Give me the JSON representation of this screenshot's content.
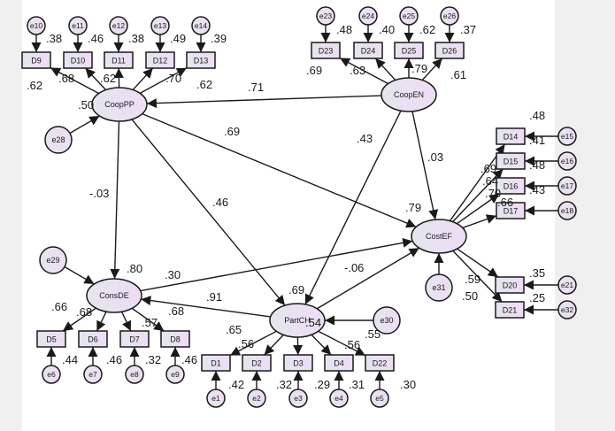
{
  "diagram": {
    "type": "structural-equation-model",
    "colors": {
      "canvas": "#ffffff",
      "background": "#f0f0f0",
      "fill_start": "#e4e6ee",
      "fill_end": "#efdcf5",
      "stroke": "#1a1a1a"
    },
    "latent": [
      {
        "id": "CoopPP",
        "label": "CoopPP",
        "r2": ".50",
        "error": "e28"
      },
      {
        "id": "CoopEN",
        "label": "CoopEN",
        "r2": "",
        "error": ""
      },
      {
        "id": "CostEF",
        "label": "CostEF",
        "r2": ".79",
        "error": "e31"
      },
      {
        "id": "ConsDE",
        "label": "ConsDE",
        "r2": ".80",
        "error": "e29"
      },
      {
        "id": "PartCH",
        "label": "PartCH",
        "r2": ".69",
        "error": "e30"
      }
    ],
    "indicators": [
      {
        "id": "D9",
        "label": "D9",
        "factor": "CoopPP",
        "loading": ".62",
        "error": "e10",
        "r2": ".38"
      },
      {
        "id": "D10",
        "label": "D10",
        "factor": "CoopPP",
        "loading": ".68",
        "error": "e11",
        "r2": ".46"
      },
      {
        "id": "D11",
        "label": "D11",
        "factor": "CoopPP",
        "loading": ".62",
        "error": "e12",
        "r2": ".38"
      },
      {
        "id": "D12",
        "label": "D12",
        "factor": "CoopPP",
        "loading": ".70",
        "error": "e13",
        "r2": ".49"
      },
      {
        "id": "D13",
        "label": "D13",
        "factor": "CoopPP",
        "loading": ".62",
        "error": "e14",
        "r2": ".39"
      },
      {
        "id": "D23",
        "label": "D23",
        "factor": "CoopEN",
        "loading": ".69",
        "error": "e23",
        "r2": ".48"
      },
      {
        "id": "D24",
        "label": "D24",
        "factor": "CoopEN",
        "loading": ".63",
        "error": "e24",
        "r2": ".40"
      },
      {
        "id": "D25",
        "label": "D25",
        "factor": "CoopEN",
        "loading": ".79",
        "error": "e25",
        "r2": ".62"
      },
      {
        "id": "D26",
        "label": "D26",
        "factor": "CoopEN",
        "loading": ".61",
        "error": "e26",
        "r2": ".37"
      },
      {
        "id": "D14",
        "label": "D14",
        "factor": "CostEF",
        "loading": ".69",
        "error": "e15",
        "r2": ".48"
      },
      {
        "id": "D15",
        "label": "D15",
        "factor": "CostEF",
        "loading": ".64",
        "error": "e16",
        "r2": ".41"
      },
      {
        "id": "D16",
        "label": "D16",
        "factor": "CostEF",
        "loading": ".70",
        "error": "e17",
        "r2": ".48"
      },
      {
        "id": "D17",
        "label": "D17",
        "factor": "CostEF",
        "loading": ".66",
        "error": "e18",
        "r2": ".43"
      },
      {
        "id": "D20",
        "label": "D20",
        "factor": "CostEF",
        "loading": ".59",
        "error": "e21",
        "r2": ".35"
      },
      {
        "id": "D21",
        "label": "D21",
        "factor": "CostEF",
        "loading": ".50",
        "error": "e32",
        "r2": ".25"
      },
      {
        "id": "D5",
        "label": "D5",
        "factor": "ConsDE",
        "loading": ".66",
        "error": "e6",
        "r2": ".44"
      },
      {
        "id": "D6",
        "label": "D6",
        "factor": "ConsDE",
        "loading": ".68",
        "error": "e7",
        "r2": ".46"
      },
      {
        "id": "D7",
        "label": "D7",
        "factor": "ConsDE",
        "loading": ".57",
        "error": "e8",
        "r2": ".32"
      },
      {
        "id": "D8",
        "label": "D8",
        "factor": "ConsDE",
        "loading": ".68",
        "error": "e9",
        "r2": ".46"
      },
      {
        "id": "D1",
        "label": "D1",
        "factor": "PartCH",
        "loading": ".65",
        "error": "e1",
        "r2": ".42"
      },
      {
        "id": "D2",
        "label": "D2",
        "factor": "PartCH",
        "loading": ".56",
        "error": "e2",
        "r2": ".32"
      },
      {
        "id": "D3",
        "label": "D3",
        "factor": "PartCH",
        "loading": ".54",
        "error": "e3",
        "r2": ".29"
      },
      {
        "id": "D4",
        "label": "D4",
        "factor": "PartCH",
        "loading": ".56",
        "error": "e4",
        "r2": ".31"
      },
      {
        "id": "D22",
        "label": "D22",
        "factor": "PartCH",
        "loading": ".55",
        "error": "e5",
        "r2": ".30"
      }
    ],
    "paths": [
      {
        "from": "CoopEN",
        "to": "CoopPP",
        "coef": ".71"
      },
      {
        "from": "CoopPP",
        "to": "CostEF",
        "coef": ".69"
      },
      {
        "from": "CoopPP",
        "to": "ConsDE",
        "coef": "-.03"
      },
      {
        "from": "CoopPP",
        "to": "PartCH",
        "coef": ".46"
      },
      {
        "from": "CoopEN",
        "to": "PartCH",
        "coef": ".43"
      },
      {
        "from": "CoopEN",
        "to": "CostEF",
        "coef": ".03"
      },
      {
        "from": "ConsDE",
        "to": "CostEF",
        "coef": ".30"
      },
      {
        "from": "PartCH",
        "to": "ConsDE",
        "coef": ".91"
      },
      {
        "from": "PartCH",
        "to": "CostEF",
        "coef": "-.06"
      }
    ]
  }
}
